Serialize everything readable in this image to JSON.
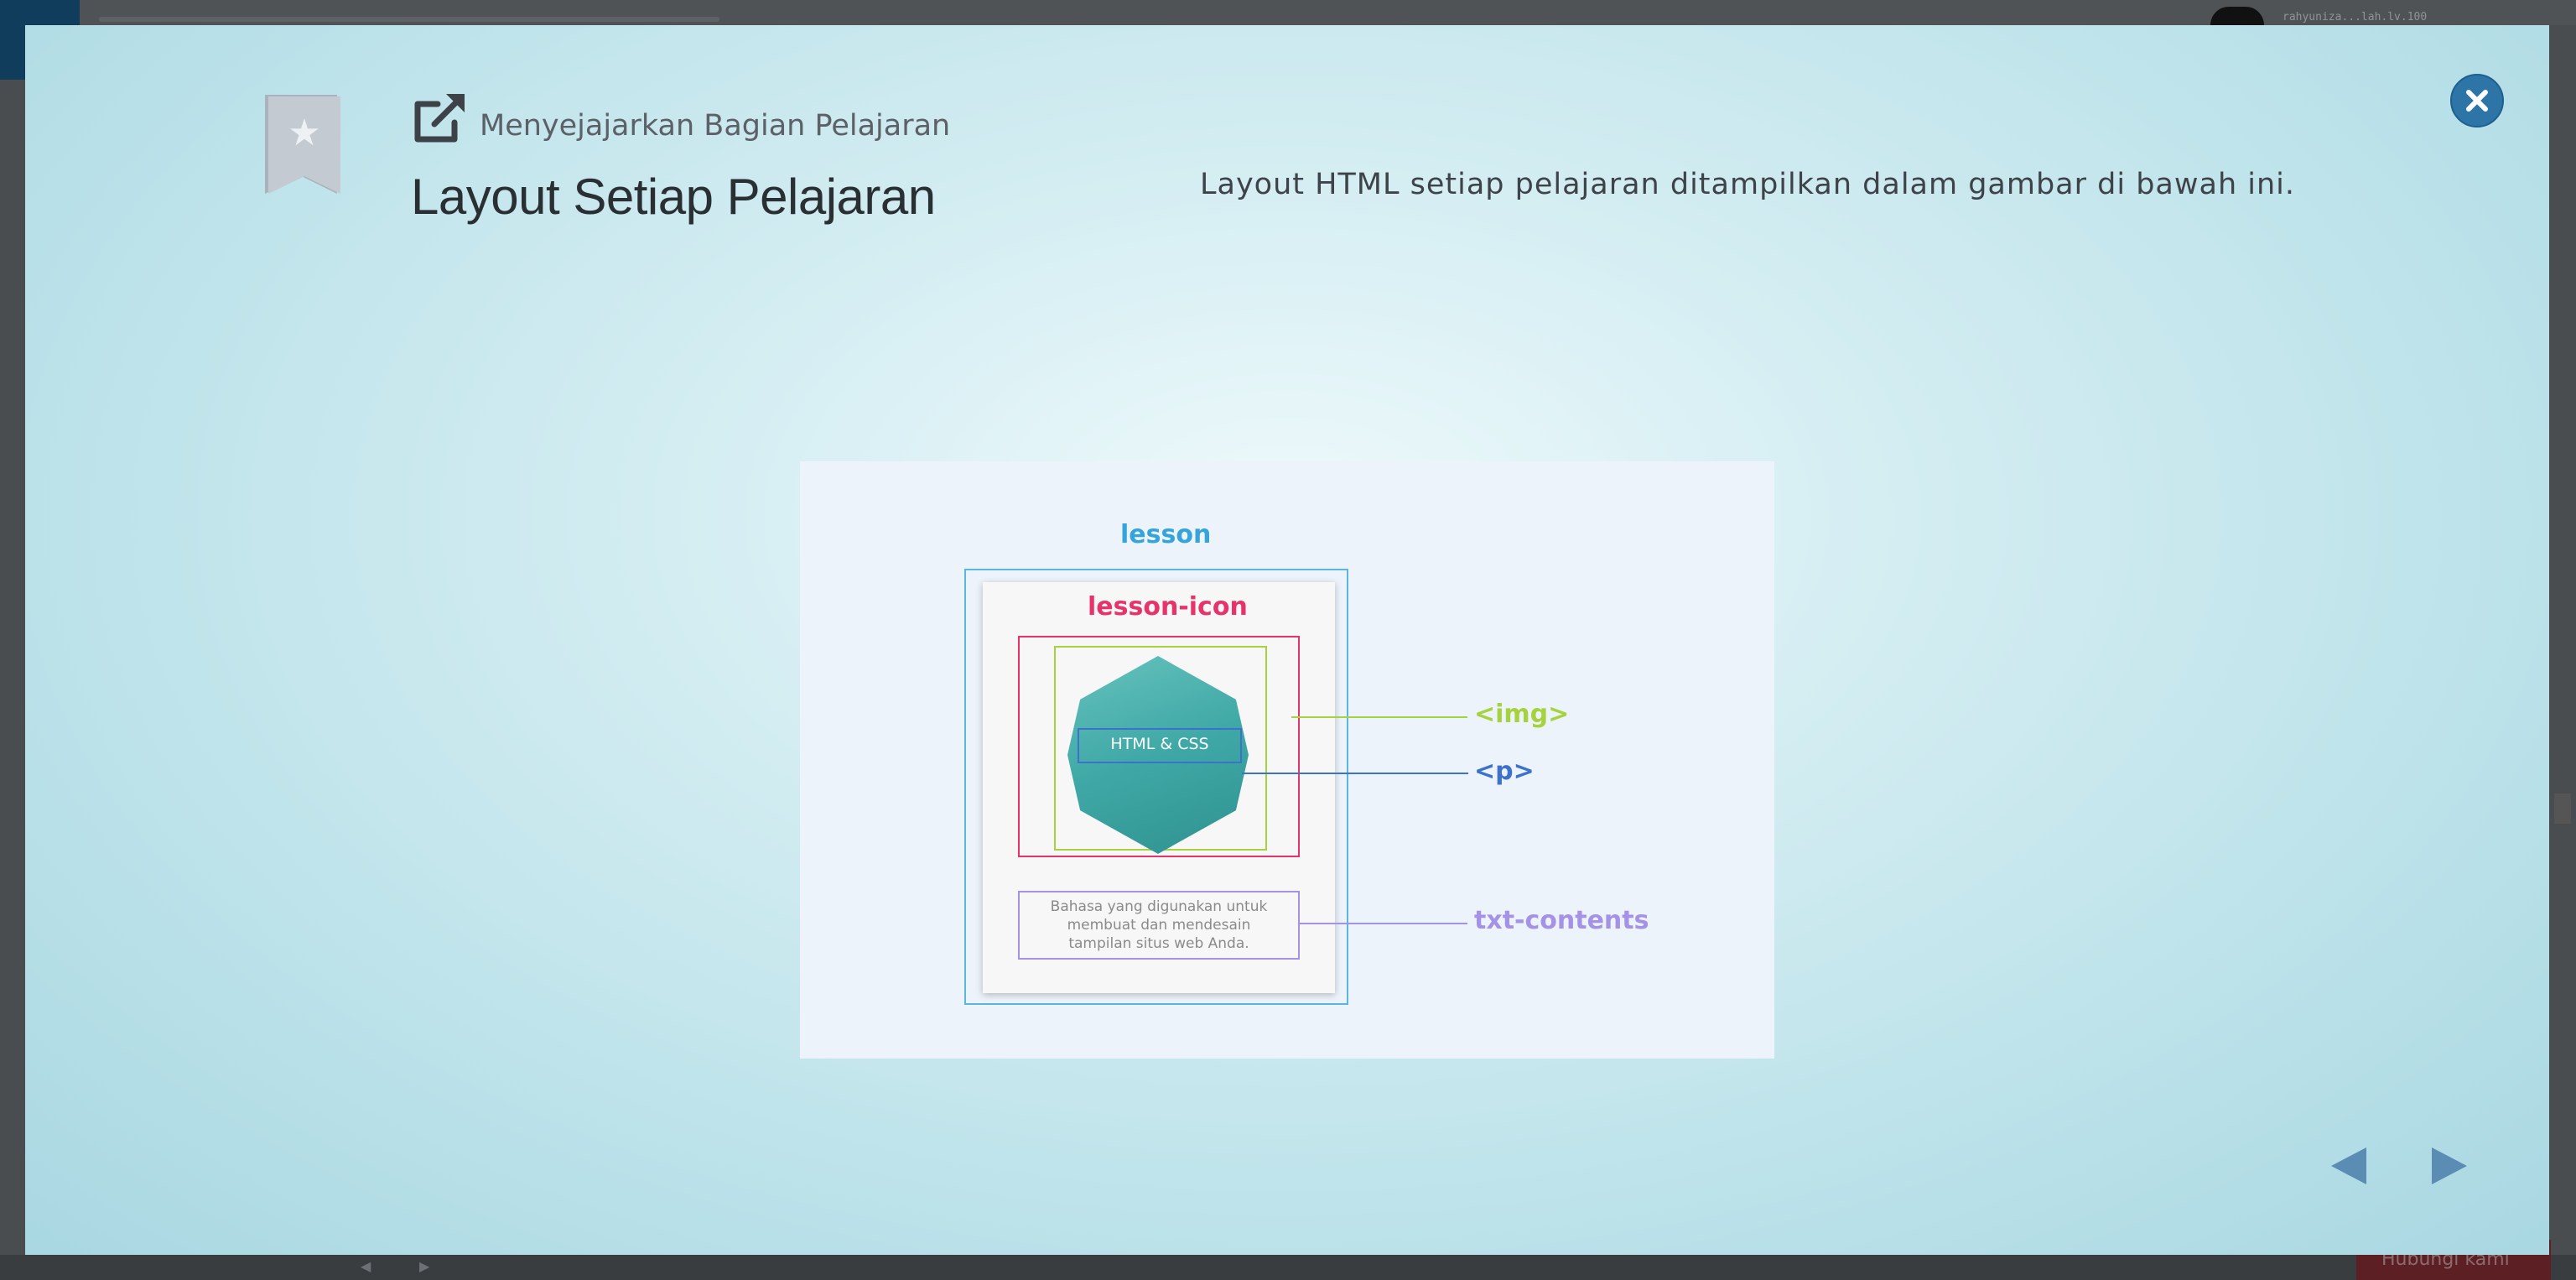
{
  "background": {
    "username": "rahyuniza...lah.lv.100",
    "hint_button": "Hubungi kami"
  },
  "modal": {
    "subtitle": "Menyejajarkan Bagian Pelajaran",
    "title": "Layout Setiap Pelajaran",
    "description": "Layout HTML setiap pelajaran ditampilkan dalam gambar di bawah ini."
  },
  "diagram": {
    "lesson": "lesson",
    "lesson_icon": "lesson-icon",
    "img": "<img>",
    "p": "<p>",
    "txt_contents": "txt-contents",
    "p_text": "HTML & CSS",
    "body_text_1": "Bahasa yang digunakan untuk",
    "body_text_2": "membuat dan mendesain",
    "body_text_3": "tampilan situs web Anda.",
    "colors": {
      "lesson": "#35a4db",
      "lesson_icon": "#e8336a",
      "img": "#a6d23e",
      "p": "#3c72c9",
      "txt_contents": "#a492e6"
    }
  },
  "icons": {
    "bookmark": "star-bookmark-icon",
    "external": "external-link-icon",
    "close": "close-icon",
    "prev": "prev-arrow-icon",
    "next": "next-arrow-icon"
  }
}
